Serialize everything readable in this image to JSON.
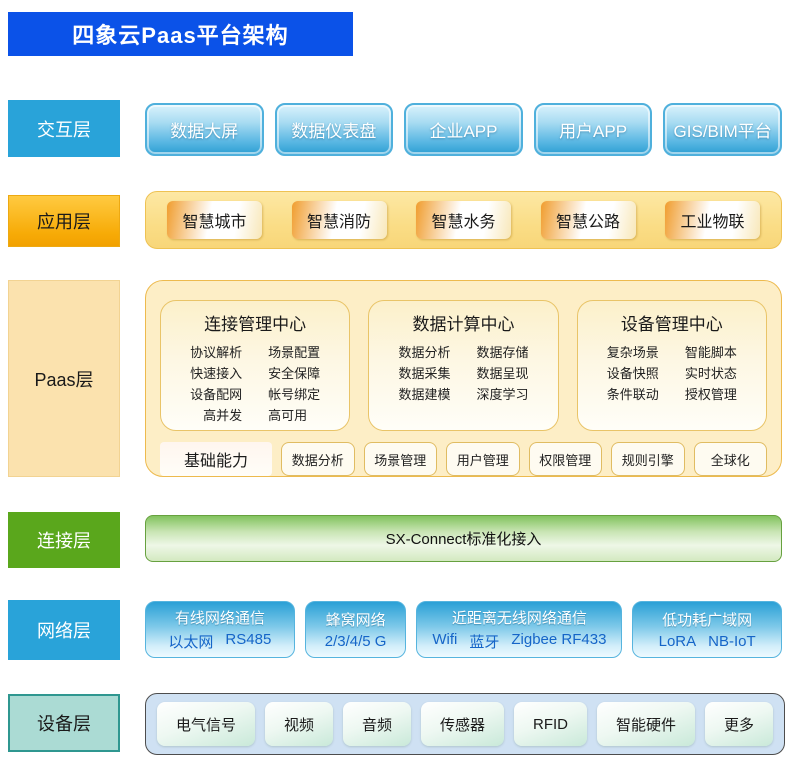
{
  "title": "四象云Paas平台架构",
  "accent_colors": {
    "banner_blue": "#0b52e8",
    "layer_blue": "#29a3d9",
    "button_blue_dark": "#2d9fd3",
    "application_orange": "#f7ab07",
    "paas_cream": "#fdeec6",
    "paas_border_orange": "#edba4e",
    "connect_green": "#5aa71c",
    "device_teal": "#abdbd4",
    "device_panel_blue": "#cfe1f3",
    "network_sub_text_blue": "#1565c8"
  },
  "layers": {
    "interaction": {
      "label": "交互层",
      "items": [
        "数据大屏",
        "数据仪表盘",
        "企业APP",
        "用户APP",
        "GIS/BIM平台"
      ]
    },
    "application": {
      "label": "应用层",
      "items": [
        "智慧城市",
        "智慧消防",
        "智慧水务",
        "智慧公路",
        "工业物联"
      ]
    },
    "paas": {
      "label": "Paas层",
      "centers": [
        {
          "title": "连接管理中心",
          "rows": [
            [
              "协议解析",
              "场景配置"
            ],
            [
              "快速接入",
              "安全保障"
            ],
            [
              "设备配网",
              "帐号绑定"
            ],
            [
              "高并发",
              "高可用"
            ]
          ]
        },
        {
          "title": "数据计算中心",
          "rows": [
            [
              "数据分析",
              "数据存储"
            ],
            [
              "数据采集",
              "数据呈现"
            ],
            [
              "数据建模",
              "深度学习"
            ]
          ]
        },
        {
          "title": "设备管理中心",
          "rows": [
            [
              "复杂场景",
              "智能脚本"
            ],
            [
              "设备快照",
              "实时状态"
            ],
            [
              "条件联动",
              "授权管理"
            ]
          ]
        }
      ],
      "base": {
        "label": "基础能力",
        "items": [
          "数据分析",
          "场景管理",
          "用户管理",
          "权限管理",
          "规则引擎",
          "全球化"
        ]
      }
    },
    "connect": {
      "label": "连接层",
      "bar": "SX-Connect标准化接入"
    },
    "network": {
      "label": "网络层",
      "items": [
        {
          "title": "有线网络通信",
          "sub": [
            "以太网",
            "RS485"
          ]
        },
        {
          "title": "蜂窝网络",
          "sub": [
            "2/3/4/5 G"
          ]
        },
        {
          "title": "近距离无线网络通信",
          "sub": [
            "Wifi",
            "蓝牙",
            "Zigbee RF433"
          ]
        },
        {
          "title": "低功耗广域网",
          "sub": [
            "LoRA",
            "NB-IoT"
          ]
        }
      ]
    },
    "device": {
      "label": "设备层",
      "items": [
        "电气信号",
        "视频",
        "音频",
        "传感器",
        "RFID",
        "智能硬件",
        "更多"
      ]
    }
  }
}
